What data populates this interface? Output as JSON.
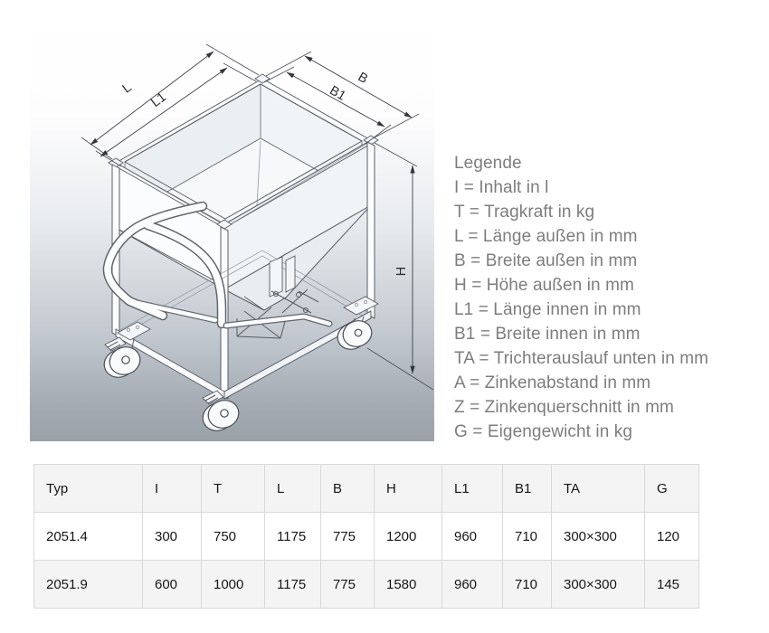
{
  "drawing": {
    "description": "Isometric technical line drawing of a hopper tipping cart with four swivel casters, push handle and bottom discharge funnel",
    "dimension_labels": {
      "l": "L",
      "l1": "L1",
      "b": "B",
      "b1": "B1",
      "h": "H"
    }
  },
  "legend": {
    "title": "Legende",
    "items": [
      "I = Inhalt in l",
      "T = Tragkraft in kg",
      "L = Länge außen in mm",
      "B = Breite außen in mm",
      "H = Höhe außen in mm",
      "L1 = Länge innen in mm",
      "B1 = Breite innen in mm",
      "TA = Trichterauslauf unten in mm",
      "A = Zinkenabstand in mm",
      "Z = Zinkenquerschnitt in mm",
      "G = Eigengewicht in kg"
    ]
  },
  "table": {
    "columns": [
      "Typ",
      "I",
      "T",
      "L",
      "B",
      "H",
      "L1",
      "B1",
      "TA",
      "G"
    ],
    "rows": [
      {
        "cells": [
          "2051.4",
          "300",
          "750",
          "1175",
          "775",
          "1200",
          "960",
          "710",
          "300×300",
          "120"
        ]
      },
      {
        "cells": [
          "2051.9",
          "600",
          "1000",
          "1175",
          "775",
          "1580",
          "960",
          "710",
          "300×300",
          "145"
        ]
      }
    ]
  },
  "colors": {
    "page_background": "#ffffff",
    "drawing_gradient_top": "#ffffff",
    "drawing_gradient_bottom": "#9aa1a9",
    "legend_text": "#7d7d7d",
    "table_text": "#161616",
    "table_border": "#d9d9d9",
    "table_stripe": "#f4f4f4",
    "line_color": "#5a5f66"
  }
}
